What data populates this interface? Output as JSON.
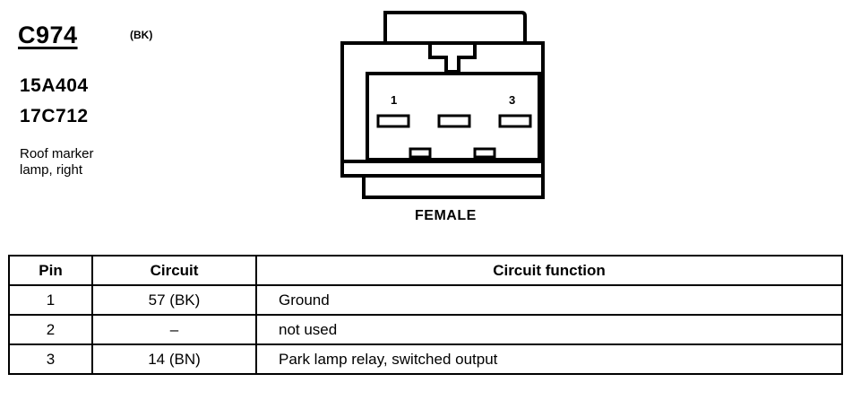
{
  "connector": {
    "id": "C974",
    "color": "(BK)",
    "part_numbers": [
      "15A404",
      "17C712"
    ],
    "description_lines": [
      "Roof marker",
      "lamp, right"
    ],
    "gender": "FEMALE",
    "pin_labels": [
      "1",
      "3"
    ]
  },
  "table": {
    "headers": [
      "Pin",
      "Circuit",
      "Circuit function"
    ],
    "rows": [
      {
        "pin": "1",
        "circuit": "57 (BK)",
        "function": "Ground"
      },
      {
        "pin": "2",
        "circuit": "–",
        "function": "not used"
      },
      {
        "pin": "3",
        "circuit": "14 (BN)",
        "function": "Park lamp relay, switched output"
      }
    ]
  }
}
